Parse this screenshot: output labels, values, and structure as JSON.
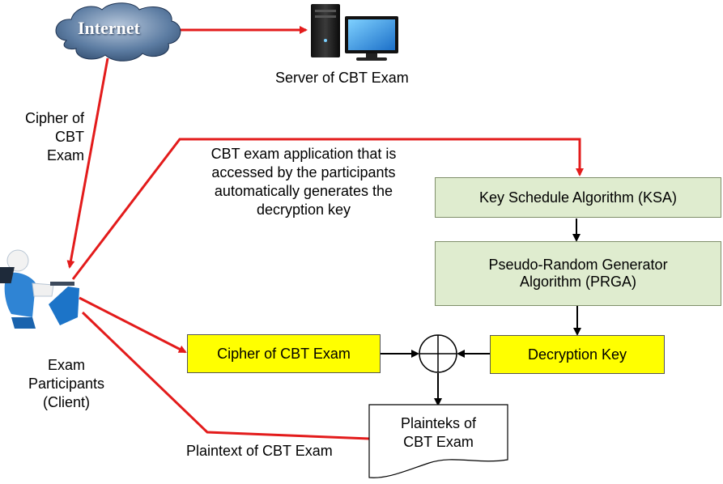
{
  "cloud": {
    "label": "Internet"
  },
  "server": {
    "label": "Server of CBT Exam"
  },
  "cipher_side": {
    "line1": "Cipher of",
    "line2": "CBT",
    "line3": "Exam"
  },
  "app_note": {
    "line1": "CBT exam application that is",
    "line2": "accessed by the participants",
    "line3": "automatically generates the",
    "line4": "decryption key"
  },
  "participant": {
    "line1": "Exam",
    "line2": "Participants",
    "line3": "(Client)"
  },
  "ksa": {
    "label": "Key Schedule Algorithm (KSA)"
  },
  "prga": {
    "line1": "Pseudo-Random Generator",
    "line2": "Algorithm (PRGA)"
  },
  "cipher_box": {
    "label": "Cipher of CBT Exam"
  },
  "key_box": {
    "label": "Decryption Key"
  },
  "plaintext_doc": {
    "line1": "Plainteks of",
    "line2": "CBT Exam"
  },
  "plaintext_label": {
    "label": "Plaintext of CBT Exam"
  },
  "colors": {
    "red_line": "#e31b1b",
    "green_box": "#dfeccf",
    "yellow_box": "#ffff00",
    "cloud": "#3a5a80"
  }
}
